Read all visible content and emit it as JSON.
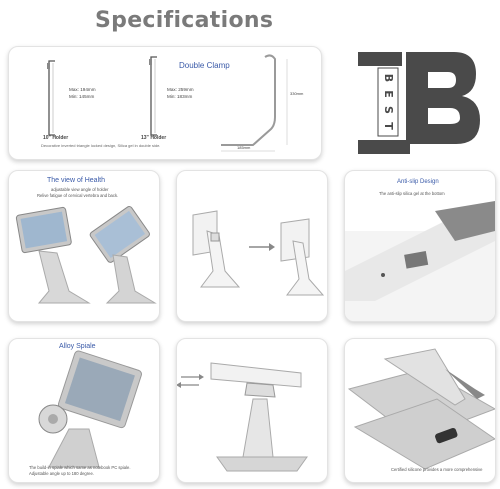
{
  "page": {
    "title": "Specifications"
  },
  "spec": {
    "clamp_title": "Double Clamp",
    "holder10": {
      "max": "Max: 194mm",
      "min": "Min: 145mm",
      "label": "10\" Holder"
    },
    "holder13": {
      "max": "Max: 259mm",
      "min": "Min: 183mm",
      "label": "13\" Holder"
    },
    "height_dim": "330mm",
    "base_dim": "185mm",
    "caption": "Decorative inverted triangle locked design, Silica gel in double side."
  },
  "logo": {
    "letters": [
      "B",
      "E",
      "S",
      "T"
    ]
  },
  "health": {
    "title": "The view of Health",
    "line1": "adjustable view angle of holder",
    "line2": "Relive fatigue of cervical vertebra and back."
  },
  "antislip": {
    "title": "Anti-slip Design",
    "desc": "The anti-slip silica gel at the bottom"
  },
  "alloy": {
    "title": "Alloy Spiale",
    "line1": "The build-in spiale which same as notebook PC spiale.",
    "line2": "Adjustable angle up to 180 degree."
  },
  "silicone": {
    "caption": "Certified silicone provides a more comprehensive"
  },
  "colors": {
    "title_gray": "#7a7a7a",
    "accent_blue": "#3a5aa8",
    "logo_dark": "#4a4a4a"
  }
}
